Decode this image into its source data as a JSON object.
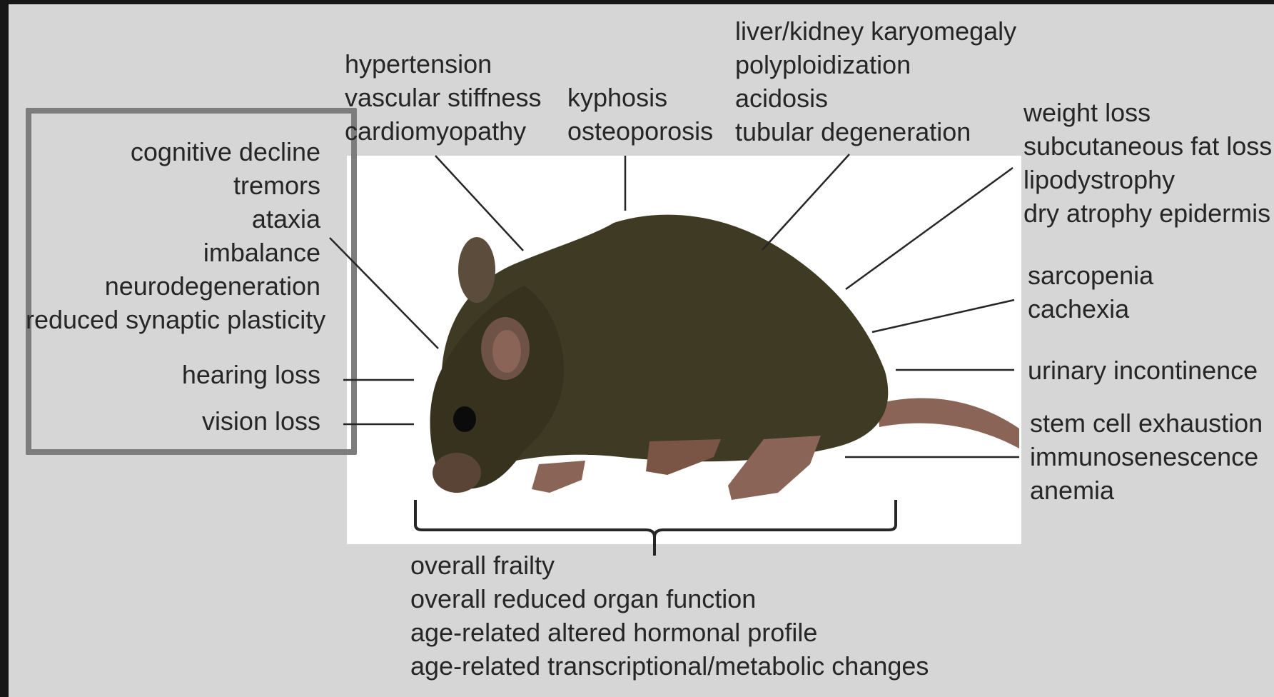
{
  "colors": {
    "page_background": "#161616",
    "canvas": "#d6d6d6",
    "photo_background": "#ffffff",
    "highlight_box": "#7d7d7d",
    "text": "#262626",
    "mouse_fur": "#3e3a24",
    "mouse_skin": "#8a6456"
  },
  "diagram": {
    "image_subject": "mouse",
    "labels": {
      "neuro": [
        "cognitive decline",
        "tremors",
        "ataxia",
        "imbalance",
        "neurodegeneration",
        "reduced synaptic plasticity"
      ],
      "hearing": [
        "hearing loss"
      ],
      "vision": [
        "vision loss"
      ],
      "cardio": [
        "hypertension",
        "vascular stiffness",
        "cardiomyopathy"
      ],
      "skeletal": [
        "kyphosis",
        "osteoporosis"
      ],
      "renal": [
        "liver/kidney karyomegaly",
        "polyploidization",
        "acidosis",
        "tubular degeneration"
      ],
      "adipose": [
        "weight loss",
        "subcutaneous fat loss",
        "lipodystrophy",
        "dry atrophy epidermis"
      ],
      "muscle": [
        "sarcopenia",
        "cachexia"
      ],
      "urinary": [
        "urinary incontinence"
      ],
      "blood": [
        "stem cell exhaustion",
        "immunosenescence",
        "anemia"
      ],
      "systemic": [
        "overall frailty",
        "overall reduced organ function",
        "age-related altered  hormonal profile",
        "age-related transcriptional/metabolic changes"
      ]
    }
  }
}
